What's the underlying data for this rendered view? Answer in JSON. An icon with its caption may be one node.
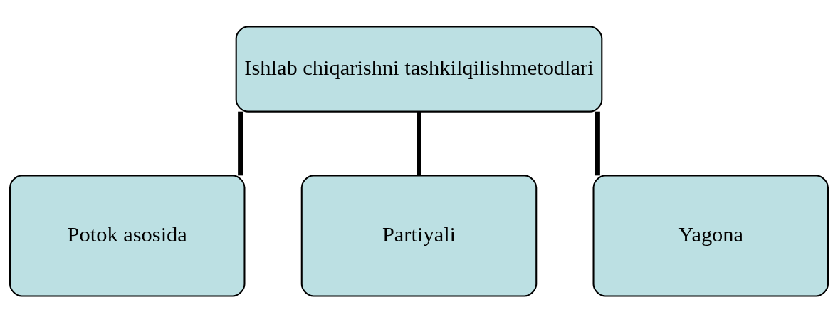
{
  "diagram": {
    "nodes": [
      {
        "text": [
          "Ishlab chiqarishni tashkilqilishmetodlari"
        ]
      },
      {
        "text": [
          "Potok asosida"
        ]
      },
      {
        "text": [
          "Partiyali"
        ]
      },
      {
        "text": [
          "Yagona"
        ]
      }
    ],
    "edges": [
      {
        "from": 0,
        "to": 1,
        "arrow": "none"
      },
      {
        "from": 0,
        "to": 2,
        "arrow": "none"
      },
      {
        "from": 0,
        "to": 3,
        "arrow": "none"
      }
    ]
  }
}
